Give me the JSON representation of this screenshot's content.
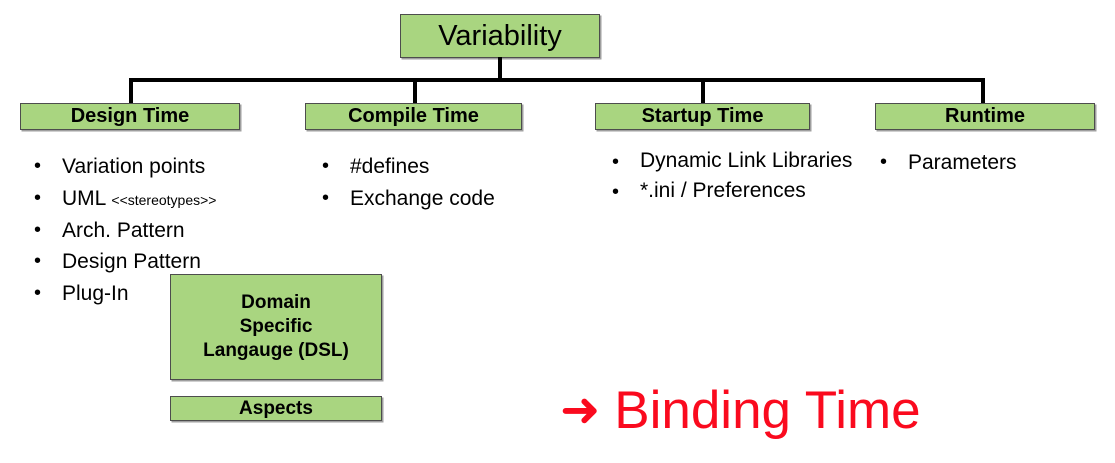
{
  "diagram": {
    "root": {
      "label": "Variability"
    },
    "levels": [
      {
        "label": "Design Time"
      },
      {
        "label": "Compile Time"
      },
      {
        "label": "Startup Time"
      },
      {
        "label": "Runtime"
      }
    ],
    "columns": [
      {
        "name": "design-time",
        "bullets": [
          {
            "text": "Variation points"
          },
          {
            "text": "UML ",
            "suffix": "<<stereotypes>>"
          },
          {
            "text": "Arch. Pattern"
          },
          {
            "text": "Design Pattern"
          },
          {
            "text": "Plug-In"
          }
        ]
      },
      {
        "name": "compile-time",
        "bullets": [
          {
            "text": "#defines"
          },
          {
            "text": "Exchange code"
          }
        ]
      },
      {
        "name": "startup-time",
        "bullets": [
          {
            "text": "Dynamic Link Libraries"
          },
          {
            "text": "*.ini / Preferences"
          }
        ]
      },
      {
        "name": "runtime",
        "bullets": [
          {
            "text": "Parameters"
          }
        ]
      }
    ],
    "extra_boxes": [
      {
        "name": "dsl-box",
        "line1": "Domain",
        "line2": "Specific",
        "line3": "Langauge (DSL)"
      },
      {
        "name": "aspects-box",
        "label": "Aspects"
      }
    ],
    "callout": {
      "arrow": "➜",
      "label": "Binding Time",
      "color": "#fa0a1e"
    },
    "colors": {
      "box_fill": "#a9d580",
      "box_border": "#4d4d4d",
      "connector": "#000000",
      "text": "#000000",
      "callout": "#fa0a1e"
    },
    "bullet_glyph": "•"
  }
}
